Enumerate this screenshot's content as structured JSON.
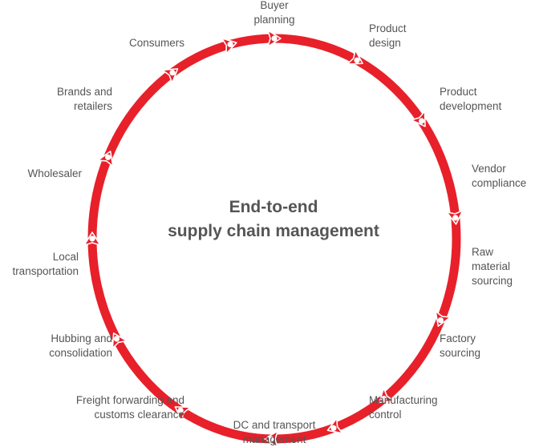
{
  "title": {
    "line1": "End-to-end",
    "line2": "supply chain management"
  },
  "colors": {
    "ring": "#e8202a",
    "node_fill": "#ffffff",
    "text": "#555555"
  },
  "steps": [
    "Buyer\nplanning",
    "Product\ndesign",
    "Product\ndevelopment",
    "Vendor\ncompliance",
    "Raw\nmaterial\nsourcing",
    "Factory\nsourcing",
    "Manufacturing\ncontrol",
    "DC and transport\nmanagement",
    "Freight forwarding and\ncustoms clearance",
    "Hubbing and\nconsolidation",
    "Local\ntransportation",
    "Wholesaler",
    "Brands and\nretailers",
    "Consumers"
  ]
}
